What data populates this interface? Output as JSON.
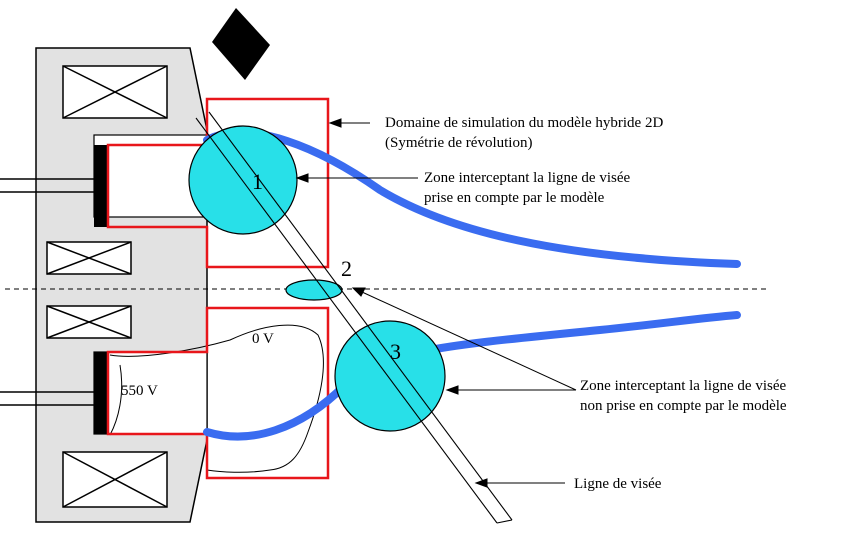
{
  "labels": {
    "domain_line1": "Domaine de simulation du modèle hybride 2D",
    "domain_line2": "(Symétrie de révolution)",
    "zone_included_line1": "Zone interceptant la ligne de visée",
    "zone_included_line2": "prise en compte par le modèle",
    "zone_excluded_line1": "Zone interceptant la ligne de visée",
    "zone_excluded_line2": "non prise en compte par le modèle",
    "line_of_sight": "Ligne de visée"
  },
  "zones": {
    "zone1": "1",
    "zone2": "2",
    "zone3": "3"
  },
  "voltages": {
    "anode": "550 V",
    "cathode_side": "0 V"
  },
  "colors": {
    "simulation_domain": "#e8161b",
    "plume": "#3a6cf0",
    "zone_fill": "#28e0e8",
    "thruster_body": "#e2e2e2"
  }
}
